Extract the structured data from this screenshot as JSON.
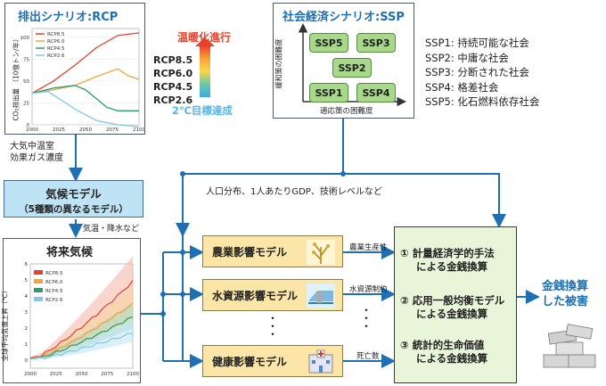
{
  "rcp_panel": {
    "title": "排出シナリオ:RCP",
    "ylabel": "CO₂排出量 （10億トン/年）",
    "yticks": [
      "0",
      "25",
      "50",
      "75",
      "100"
    ],
    "xticks": [
      "2000",
      "2025",
      "2050",
      "2075",
      "2100"
    ],
    "legend": [
      "RCP8.5",
      "RCP6.0",
      "RCP4.5",
      "RCP2.6"
    ]
  },
  "scale": {
    "top_label": "温暖化進行",
    "items": [
      "RCP8.5",
      "RCP6.0",
      "RCP4.5",
      "RCP2.6"
    ],
    "bottom_label": "2℃目標達成"
  },
  "ssp_panel": {
    "title": "社会経済シナリオ:SSP",
    "ylabel": "緩和策の困難度",
    "xlabel": "適応策の困難度",
    "boxes": [
      "SSP5",
      "SSP3",
      "SSP2",
      "SSP1",
      "SSP4"
    ],
    "list": [
      "SSP1: 持続可能な社会",
      "SSP2: 中庸な社会",
      "SSP3: 分断された社会",
      "SSP4: 格差社会",
      "SSP5: 化石燃料依存社会"
    ]
  },
  "ghg_label_line1": "大気中温室",
  "ghg_label_line2": "効果ガス濃度",
  "climate_model": {
    "line1": "気候モデル",
    "line2": "（5種類の異なるモデル）"
  },
  "temp_precip": "気温・降水など",
  "future_panel": {
    "title": "将来気候",
    "ylabel": "全球平均気温上昇（℃）",
    "yticks": [
      "0",
      "1",
      "2",
      "3",
      "4",
      "5",
      "6"
    ],
    "xticks": [
      "2000",
      "2025",
      "2050",
      "2075",
      "2100"
    ],
    "legend": [
      "RCP8.5",
      "RCP6.0",
      "RCP4.5",
      "RCP2.6"
    ]
  },
  "socio_label": "人口分布、1人あたりGDP、技術レベルなど",
  "models": [
    "農業影響モデル",
    "水資源影響モデル",
    "健康影響モデル"
  ],
  "dots": "・\n・\n・",
  "outputs": [
    "農業生産性",
    "水資源制約",
    "死亡数"
  ],
  "methods": [
    {
      "num": "①",
      "l1": "計量経済学的手法",
      "l2": "による金銭換算"
    },
    {
      "num": "②",
      "l1": "応用一般均衡モデル",
      "l2": "による金銭換算"
    },
    {
      "num": "③",
      "l1": "統計的生命価値",
      "l2": "による金銭換算"
    }
  ],
  "result": {
    "line1": "金銭換算",
    "line2": "した被害"
  },
  "colors": {
    "rcp85": "#e0442c",
    "rcp60": "#f2a43a",
    "rcp45": "#2f9a6b",
    "rcp26": "#7ec8ee",
    "accent": "#1f6fb3",
    "arrow": "#1f6fb3"
  }
}
